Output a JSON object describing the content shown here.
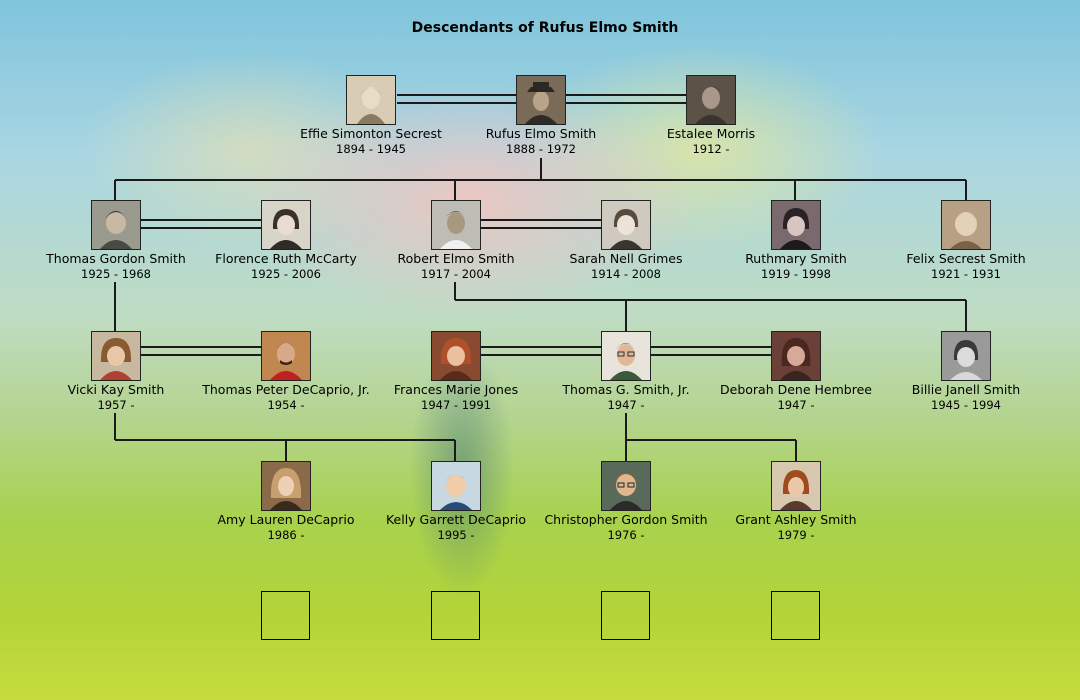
{
  "title": "Descendants of Rufus Elmo Smith",
  "people": {
    "effie": {
      "name": "Effie Simonton Secrest",
      "dates": "1894 - 1945",
      "icon": "sepia-portrait-woman-icon"
    },
    "rufus": {
      "name": "Rufus Elmo Smith",
      "dates": "1888 - 1972",
      "icon": "sepia-portrait-man-hat-icon"
    },
    "estalee": {
      "name": "Estalee Morris",
      "dates": "1912 -",
      "icon": "sepia-portrait-man-icon"
    },
    "thomasg": {
      "name": "Thomas Gordon Smith",
      "dates": "1925 - 1968",
      "icon": "portrait-man-icon"
    },
    "florence": {
      "name": "Florence Ruth McCarty",
      "dates": "1925 - 2006",
      "icon": "portrait-woman-icon"
    },
    "robert": {
      "name": "Robert Elmo Smith",
      "dates": "1917 - 2004",
      "icon": "portrait-man-icon"
    },
    "sarah": {
      "name": "Sarah Nell Grimes",
      "dates": "1914 - 2008",
      "icon": "portrait-woman-icon"
    },
    "ruthmary": {
      "name": "Ruthmary Smith",
      "dates": "1919 - 1998",
      "icon": "portrait-woman-icon"
    },
    "felix": {
      "name": "Felix Secrest Smith",
      "dates": "1921 - 1931",
      "icon": "sepia-portrait-child-icon"
    },
    "vicki": {
      "name": "Vicki Kay Smith",
      "dates": "1957 -",
      "icon": "portrait-woman-icon"
    },
    "tpeter": {
      "name": "Thomas Peter DeCaprio, Jr.",
      "dates": "1954 -",
      "icon": "portrait-man-icon"
    },
    "frances": {
      "name": "Frances Marie Jones",
      "dates": "1947 - 1991",
      "icon": "portrait-woman-icon"
    },
    "tgjr": {
      "name": "Thomas G. Smith, Jr.",
      "dates": "1947 -",
      "icon": "portrait-man-icon"
    },
    "deborah": {
      "name": "Deborah Dene Hembree",
      "dates": "1947 -",
      "icon": "portrait-woman-icon"
    },
    "billie": {
      "name": "Billie Janell Smith",
      "dates": "1945 - 1994",
      "icon": "portrait-child-icon"
    },
    "amy": {
      "name": "Amy Lauren DeCaprio",
      "dates": "1986 -",
      "icon": "portrait-woman-icon"
    },
    "kelly": {
      "name": "Kelly Garrett DeCaprio",
      "dates": "1995 -",
      "icon": "portrait-child-icon"
    },
    "chris": {
      "name": "Christopher Gordon Smith",
      "dates": "1976 -",
      "icon": "portrait-man-icon"
    },
    "grant": {
      "name": "Grant Ashley Smith",
      "dates": "1979 -",
      "icon": "portrait-man-icon"
    }
  },
  "colors": {
    "line": "#1a1a1a",
    "sky": "#7fc4dc",
    "grass": "#a8d24e",
    "blossom": "#f6c4be"
  }
}
